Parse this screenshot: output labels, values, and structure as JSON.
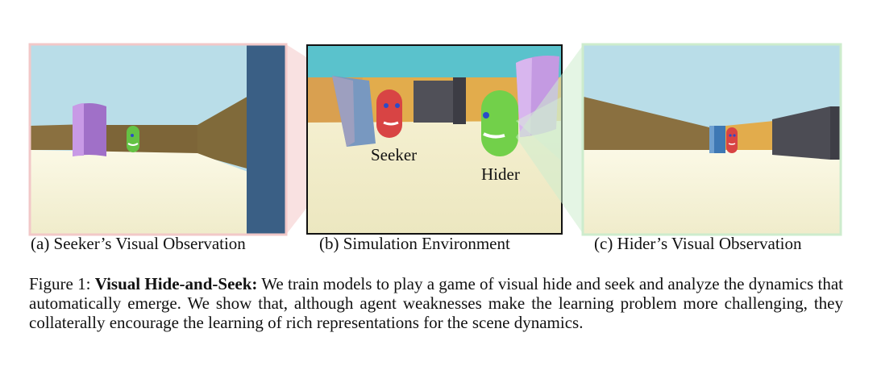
{
  "panels": {
    "a": {
      "caption": "(a) Seeker’s Visual Observation"
    },
    "b": {
      "caption": "(b) Simulation Environment",
      "seeker_label": "Seeker",
      "hider_label": "Hider"
    },
    "c": {
      "caption": "(c) Hider’s Visual Observation"
    }
  },
  "figure_caption": {
    "prefix": "Figure 1: ",
    "title": "Visual Hide-and-Seek:",
    "body": " We train models to play a game of visual hide and seek and analyze the dynamics that automatically emerge. We show that, although agent weaknesses make the learning problem more challenging, they collaterally encourage the learning of rich representations for the scene dynamics."
  },
  "colors": {
    "sky": "#b9dde8",
    "floor": "#f6f3d6",
    "wall_brown": "#8a7040",
    "seeker_red": "#e04848",
    "hider_green": "#6fce4a",
    "purple": "#b77fd8",
    "pink_border": "#f2c8c8",
    "green_border": "#cdeccd"
  }
}
